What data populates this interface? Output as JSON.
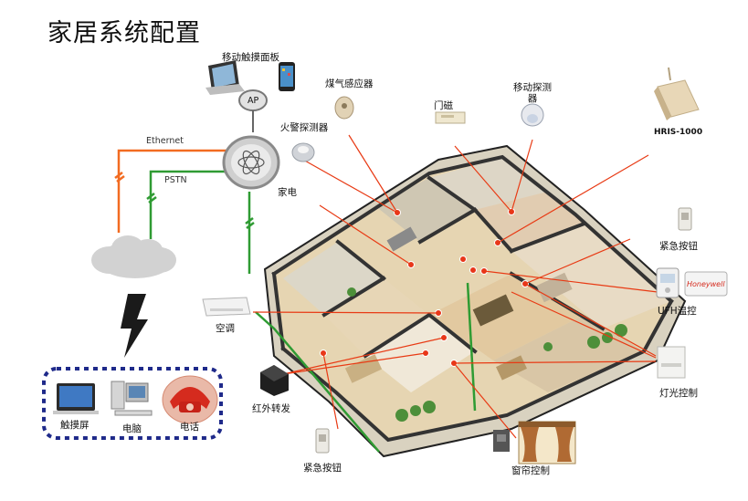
{
  "title": "家居系统配置",
  "labels": {
    "mobile_panel": "移动触摸面板",
    "ap": "AP",
    "gas_sensor": "煤气感应器",
    "fire_detector": "火警探测器",
    "door_sensor": "门磁",
    "motion_detector": "移动探测器",
    "hris": "HRIS-1000",
    "ethernet": "Ethernet",
    "pstn": "PSTN",
    "appliance": "家电",
    "emergency_button_right": "紧急按钮",
    "ufh": "UFH温控",
    "honeywell": "Honeywell",
    "aircon": "空调",
    "light_control": "灯光控制",
    "ir_transmitter": "红外转发",
    "emergency_button_bottom": "紧急按钮",
    "curtain_control": "窗帘控制",
    "touchscreen": "触摸屏",
    "computer": "电脑",
    "phone": "电话"
  },
  "colors": {
    "ethernet_line": "#f26b21",
    "pstn_line": "#2f9b33",
    "pointer_line": "#e83a14",
    "dashed_border": "#1f2a8a",
    "floor": "#e9dcc0",
    "wall": "#3b3b3b"
  }
}
